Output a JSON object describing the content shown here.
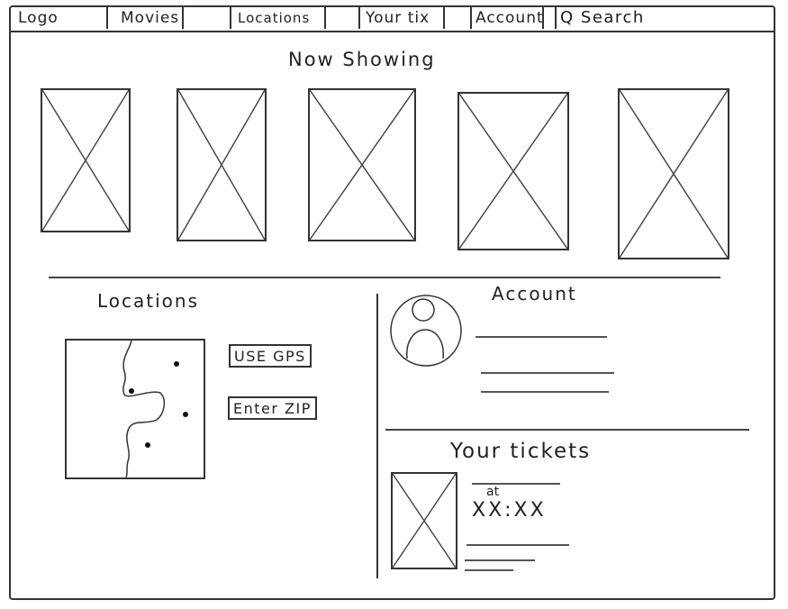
{
  "nav": {
    "logo": "Logo",
    "movies": "Movies",
    "locations": "Locations",
    "your_tix": "Your tix",
    "account": "Account",
    "search_icon": "Q",
    "search_label": "Search"
  },
  "now_showing": {
    "heading": "Now Showing",
    "posters": [
      "image-placeholder",
      "image-placeholder",
      "image-placeholder",
      "image-placeholder",
      "image-placeholder"
    ]
  },
  "locations": {
    "heading": "Locations",
    "use_gps": "USE GPS",
    "enter_zip": "Enter ZIP"
  },
  "account": {
    "heading": "Account",
    "avatar_icon": "user-avatar-icon"
  },
  "tickets": {
    "heading": "Your tickets",
    "at_label": "at",
    "time": "XX:XX"
  }
}
